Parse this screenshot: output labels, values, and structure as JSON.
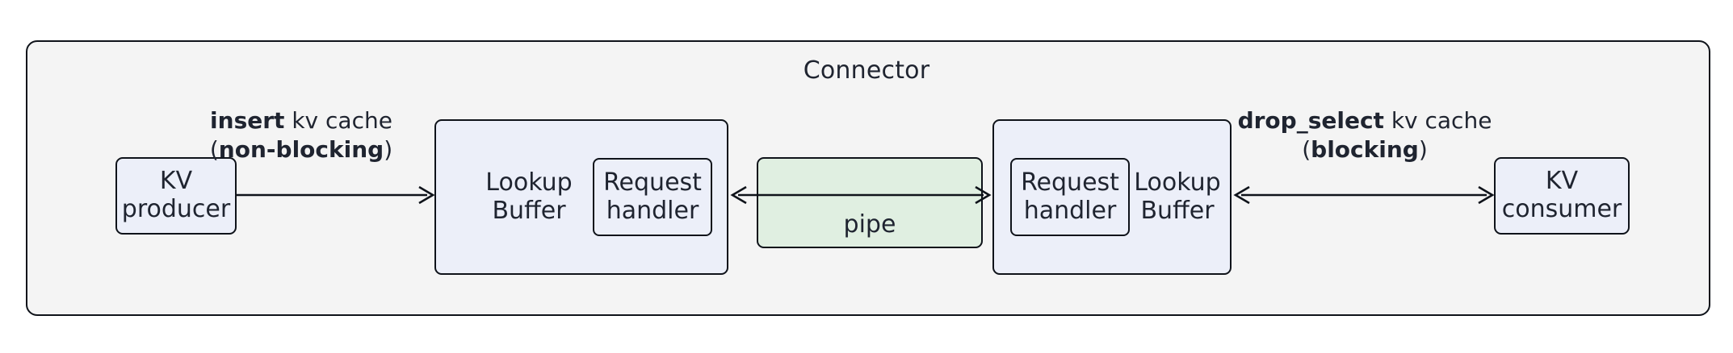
{
  "diagram": {
    "type": "block-diagram",
    "container": {
      "title": "Connector"
    },
    "nodes": {
      "kv_producer": {
        "line1": "KV",
        "line2": "producer"
      },
      "kv_consumer": {
        "line1": "KV",
        "line2": "consumer"
      },
      "left_buffer": {
        "label_line1": "Lookup",
        "label_line2": "Buffer",
        "handler_line1": "Request",
        "handler_line2": "handler"
      },
      "right_buffer": {
        "label_line1": "Lookup",
        "label_line2": "Buffer",
        "handler_line1": "Request",
        "handler_line2": "handler"
      },
      "pipe": {
        "label": "pipe"
      }
    },
    "edges": {
      "producer_to_buffer": {
        "bold_op": "insert",
        "rest": " kv cache",
        "mode_prefix": "(",
        "mode_bold": "non-blocking",
        "mode_suffix": ")",
        "direction": "right"
      },
      "consumer_to_buffer": {
        "bold_op": "drop_select",
        "rest": " kv cache",
        "mode_prefix": "(",
        "mode_bold": "blocking",
        "mode_suffix": ")",
        "direction": "both"
      },
      "pipe_edge": {
        "direction": "both"
      }
    },
    "colors": {
      "container_fill": "#f4f4f4",
      "node_fill": "#eceff9",
      "pipe_fill": "#e0efe1",
      "stroke": "#0f131a",
      "text": "#1f2430"
    }
  }
}
